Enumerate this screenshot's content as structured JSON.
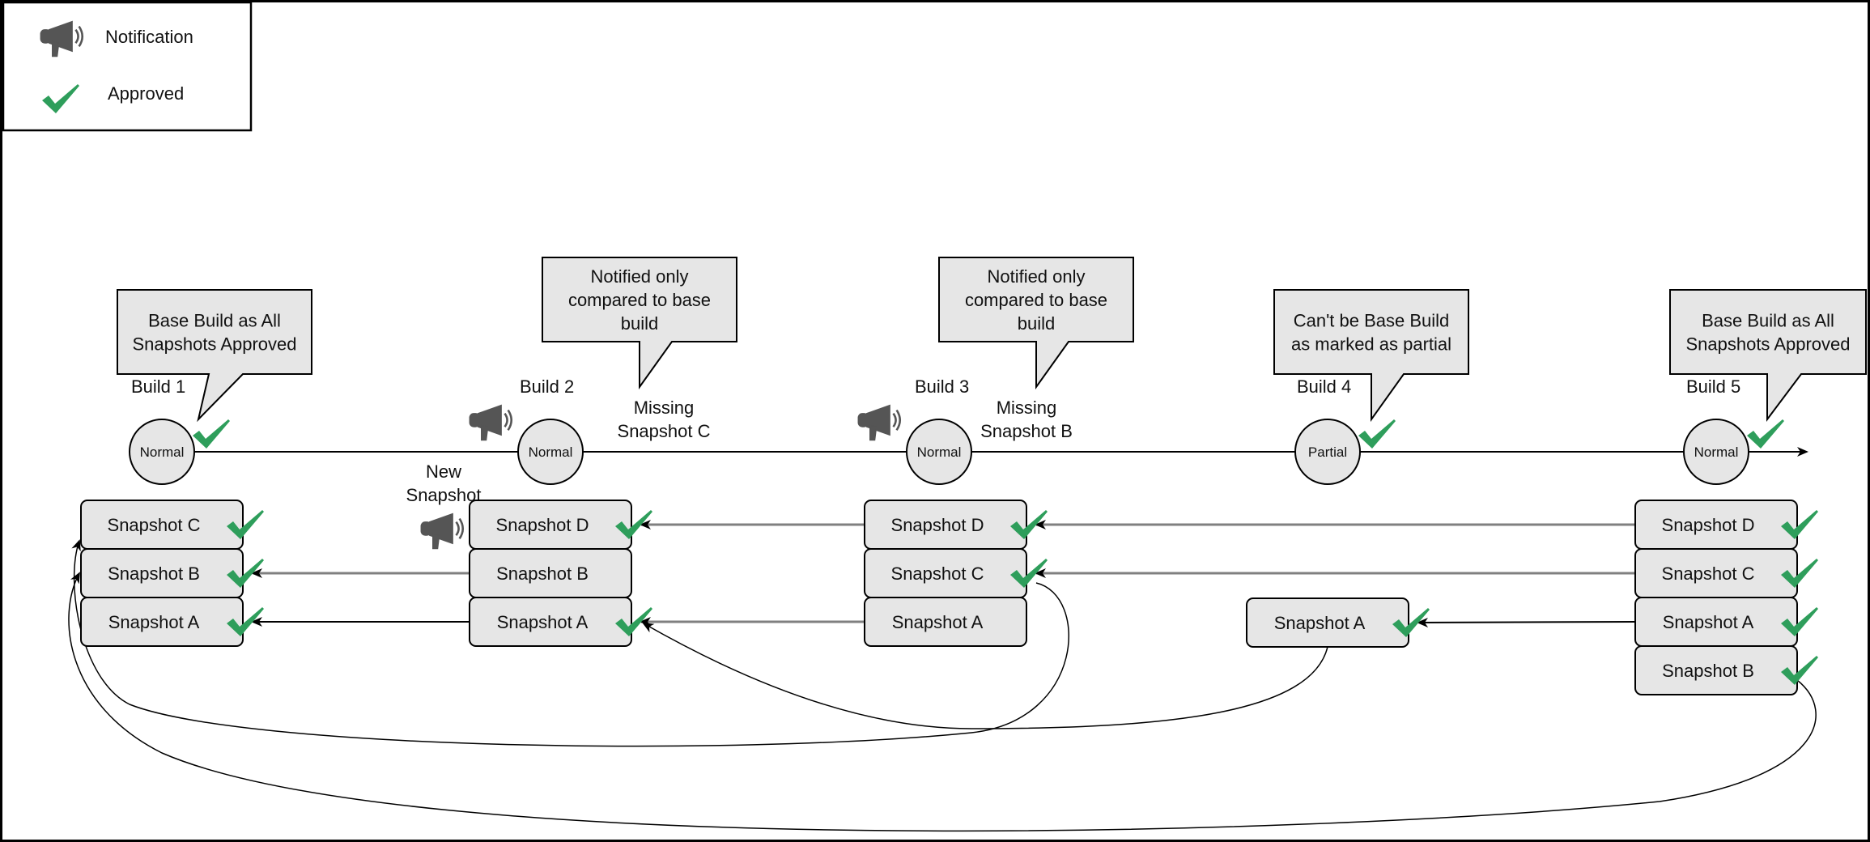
{
  "legend": {
    "items": [
      {
        "icon": "megaphone-icon",
        "label": "Notification"
      },
      {
        "icon": "check-icon",
        "label": "Approved"
      }
    ]
  },
  "colors": {
    "approved": "#2e9e5b",
    "notification": "#555555",
    "box_fill": "#e6e6e6",
    "gray_arrow": "#808080"
  },
  "builds": [
    {
      "id": "b1",
      "label": "Build 1",
      "type": "Normal",
      "approved": true,
      "notification": false,
      "callout": [
        "Base Build as All",
        "Snapshots Approved"
      ],
      "note": [],
      "snapshots": [
        {
          "name": "Snapshot C",
          "approved": true
        },
        {
          "name": "Snapshot B",
          "approved": true
        },
        {
          "name": "Snapshot A",
          "approved": true
        }
      ]
    },
    {
      "id": "b2",
      "label": "Build 2",
      "type": "Normal",
      "approved": false,
      "notification": true,
      "callout": [
        "Notified only",
        "compared to base",
        "build"
      ],
      "note": [
        "Missing",
        "Snapshot C"
      ],
      "side_note": [
        "New",
        "Snapshot"
      ],
      "snapshots": [
        {
          "name": "Snapshot D",
          "approved": true,
          "notification": true
        },
        {
          "name": "Snapshot B",
          "approved": false
        },
        {
          "name": "Snapshot A",
          "approved": true
        }
      ]
    },
    {
      "id": "b3",
      "label": "Build 3",
      "type": "Normal",
      "approved": false,
      "notification": true,
      "callout": [
        "Notified only",
        "compared to base",
        "build"
      ],
      "note": [
        "Missing",
        "Snapshot B"
      ],
      "snapshots": [
        {
          "name": "Snapshot D",
          "approved": true
        },
        {
          "name": "Snapshot C",
          "approved": true
        },
        {
          "name": "Snapshot A",
          "approved": false
        }
      ]
    },
    {
      "id": "b4",
      "label": "Build 4",
      "type": "Partial",
      "approved": true,
      "notification": false,
      "callout": [
        "Can't be Base Build",
        "as marked as partial"
      ],
      "note": [],
      "snapshots": [
        {
          "name": "Snapshot A",
          "approved": true
        }
      ]
    },
    {
      "id": "b5",
      "label": "Build 5",
      "type": "Normal",
      "approved": true,
      "notification": false,
      "callout": [
        "Base Build as All",
        "Snapshots Approved"
      ],
      "note": [],
      "snapshots": [
        {
          "name": "Snapshot D",
          "approved": true
        },
        {
          "name": "Snapshot C",
          "approved": true
        },
        {
          "name": "Snapshot A",
          "approved": true
        },
        {
          "name": "Snapshot B",
          "approved": true
        }
      ]
    }
  ],
  "links": [
    {
      "from": "b2:Snapshot B",
      "to": "b1:Snapshot B",
      "style": "gray"
    },
    {
      "from": "b2:Snapshot A",
      "to": "b1:Snapshot A",
      "style": "black"
    },
    {
      "from": "b3:Snapshot D",
      "to": "b2:Snapshot D",
      "style": "gray"
    },
    {
      "from": "b3:Snapshot A",
      "to": "b2:Snapshot A",
      "style": "gray"
    },
    {
      "from": "b5:Snapshot D",
      "to": "b3:Snapshot D",
      "style": "gray"
    },
    {
      "from": "b5:Snapshot C",
      "to": "b3:Snapshot C",
      "style": "gray"
    },
    {
      "from": "b5:Snapshot A",
      "to": "b4:Snapshot A",
      "style": "black"
    },
    {
      "from": "b3:Snapshot C",
      "to": "b1:Snapshot C",
      "style": "curve"
    },
    {
      "from": "b4:Snapshot A",
      "to": "b2:Snapshot A",
      "style": "curve"
    },
    {
      "from": "b5:Snapshot B",
      "to": "b1:Snapshot B",
      "style": "curve"
    }
  ]
}
